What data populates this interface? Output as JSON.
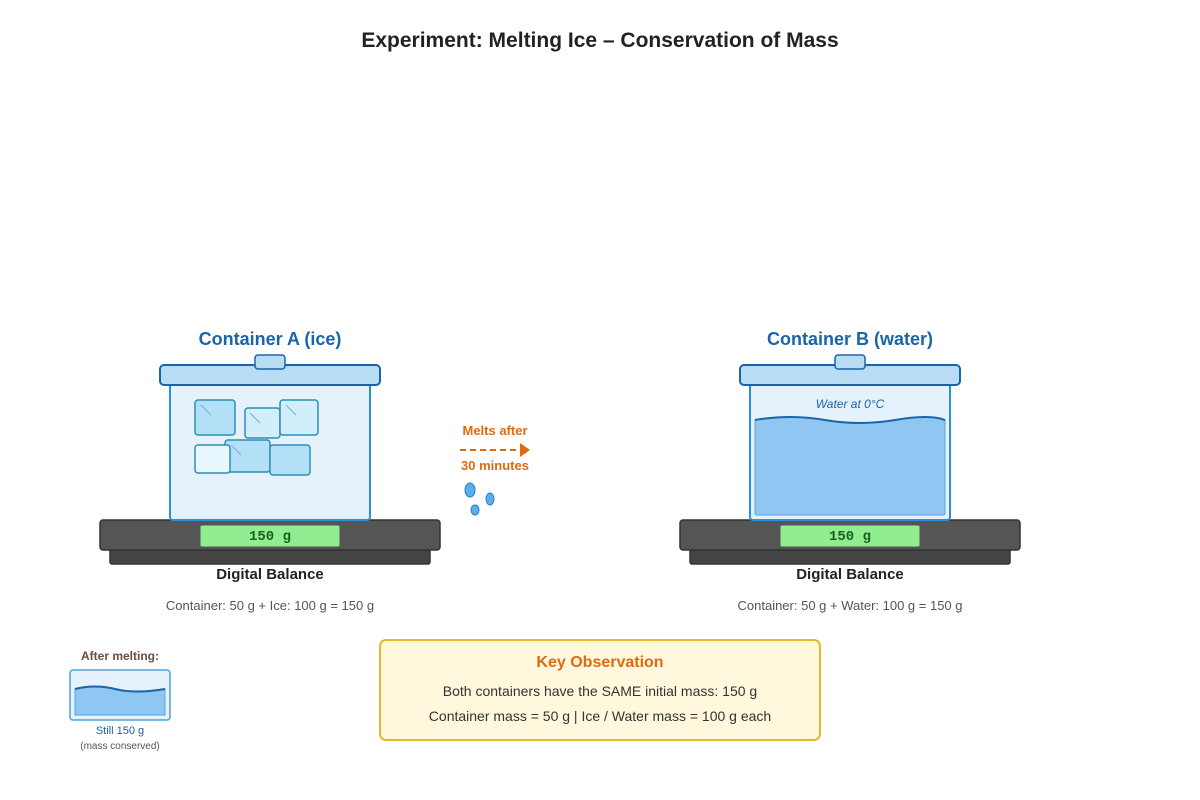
{
  "title": "Experiment: Melting Ice – Conservation of Mass",
  "colors": {
    "accent_blue": "#1a64aa",
    "container_border": "#2b90d9",
    "container_fill": "#e6f2fb",
    "lid_fill": "#b9dcf5",
    "ice_fill": "#b3e0f7",
    "ice_border": "#2a8fb5",
    "water_fill": "#8fc6f2",
    "water_surface": "#1a64aa",
    "balance_body": "#555555",
    "balance_base": "#444444",
    "display_fill": "#90ee90",
    "display_text": "#1b5e20",
    "orange": "#e06a10",
    "observation_border": "#e6b82e",
    "observation_fill": "#fff8dd"
  },
  "containers": [
    {
      "title": "Container A (ice)",
      "contents": "ice",
      "readout": "150 g",
      "balance_label": "Digital Balance",
      "caption": "Container: 50 g + Ice: 100 g = 150 g"
    },
    {
      "title": "Container B (water)",
      "contents": "water",
      "water_label": "Water at 0°C",
      "readout": "150 g",
      "balance_label": "Digital Balance",
      "caption": "Container: 50 g + Water: 100 g = 150 g"
    }
  ],
  "transition": {
    "line1": "Melts after",
    "line2": "30 minutes",
    "icon": "water-droplets-icon"
  },
  "after_melting": {
    "title": "After melting:",
    "result": "Still 150 g",
    "note": "(mass conserved)"
  },
  "observation": {
    "title": "Key Observation",
    "line1": "Both containers have the SAME initial mass: 150 g",
    "line2": "Container mass = 50 g | Ice / Water mass = 100 g each"
  }
}
